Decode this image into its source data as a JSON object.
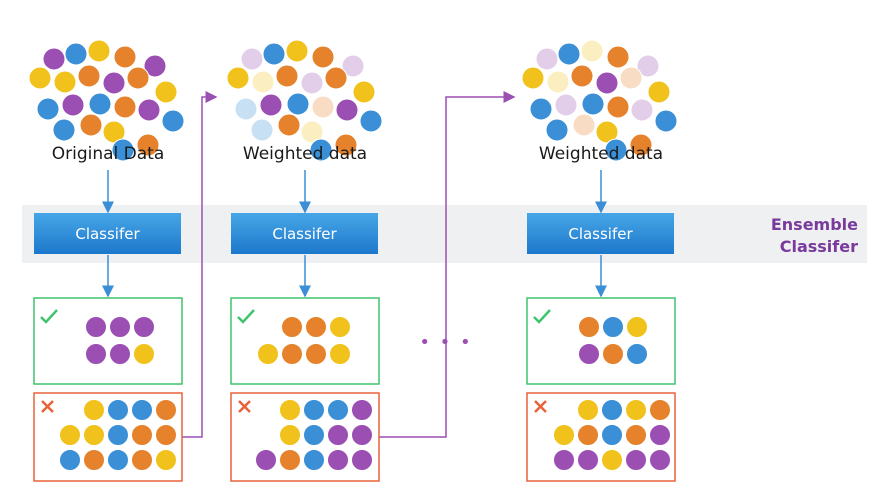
{
  "colors": {
    "blue": "#3a8fd6",
    "yellow": "#f1c21b",
    "orange": "#e5822b",
    "purple": "#9b4fb3",
    "band": "#eef0f2",
    "arrow_blue": "#3a8fd6",
    "connector_purple": "#9b4fb3",
    "correct_green": "#3ec46d",
    "wrong_red": "#e8633a",
    "ensemble_text": "#7a3a9c"
  },
  "labels": {
    "stage1": "Original Data",
    "stage2": "Weighted data",
    "stage3": "Weighted data",
    "classifier": "Classifer",
    "ensemble_line1": "Ensemble",
    "ensemble_line2": "Classifer",
    "ellipsis": "• • •"
  },
  "icons": {
    "correct": "check-icon",
    "wrong": "cross-icon"
  }
}
